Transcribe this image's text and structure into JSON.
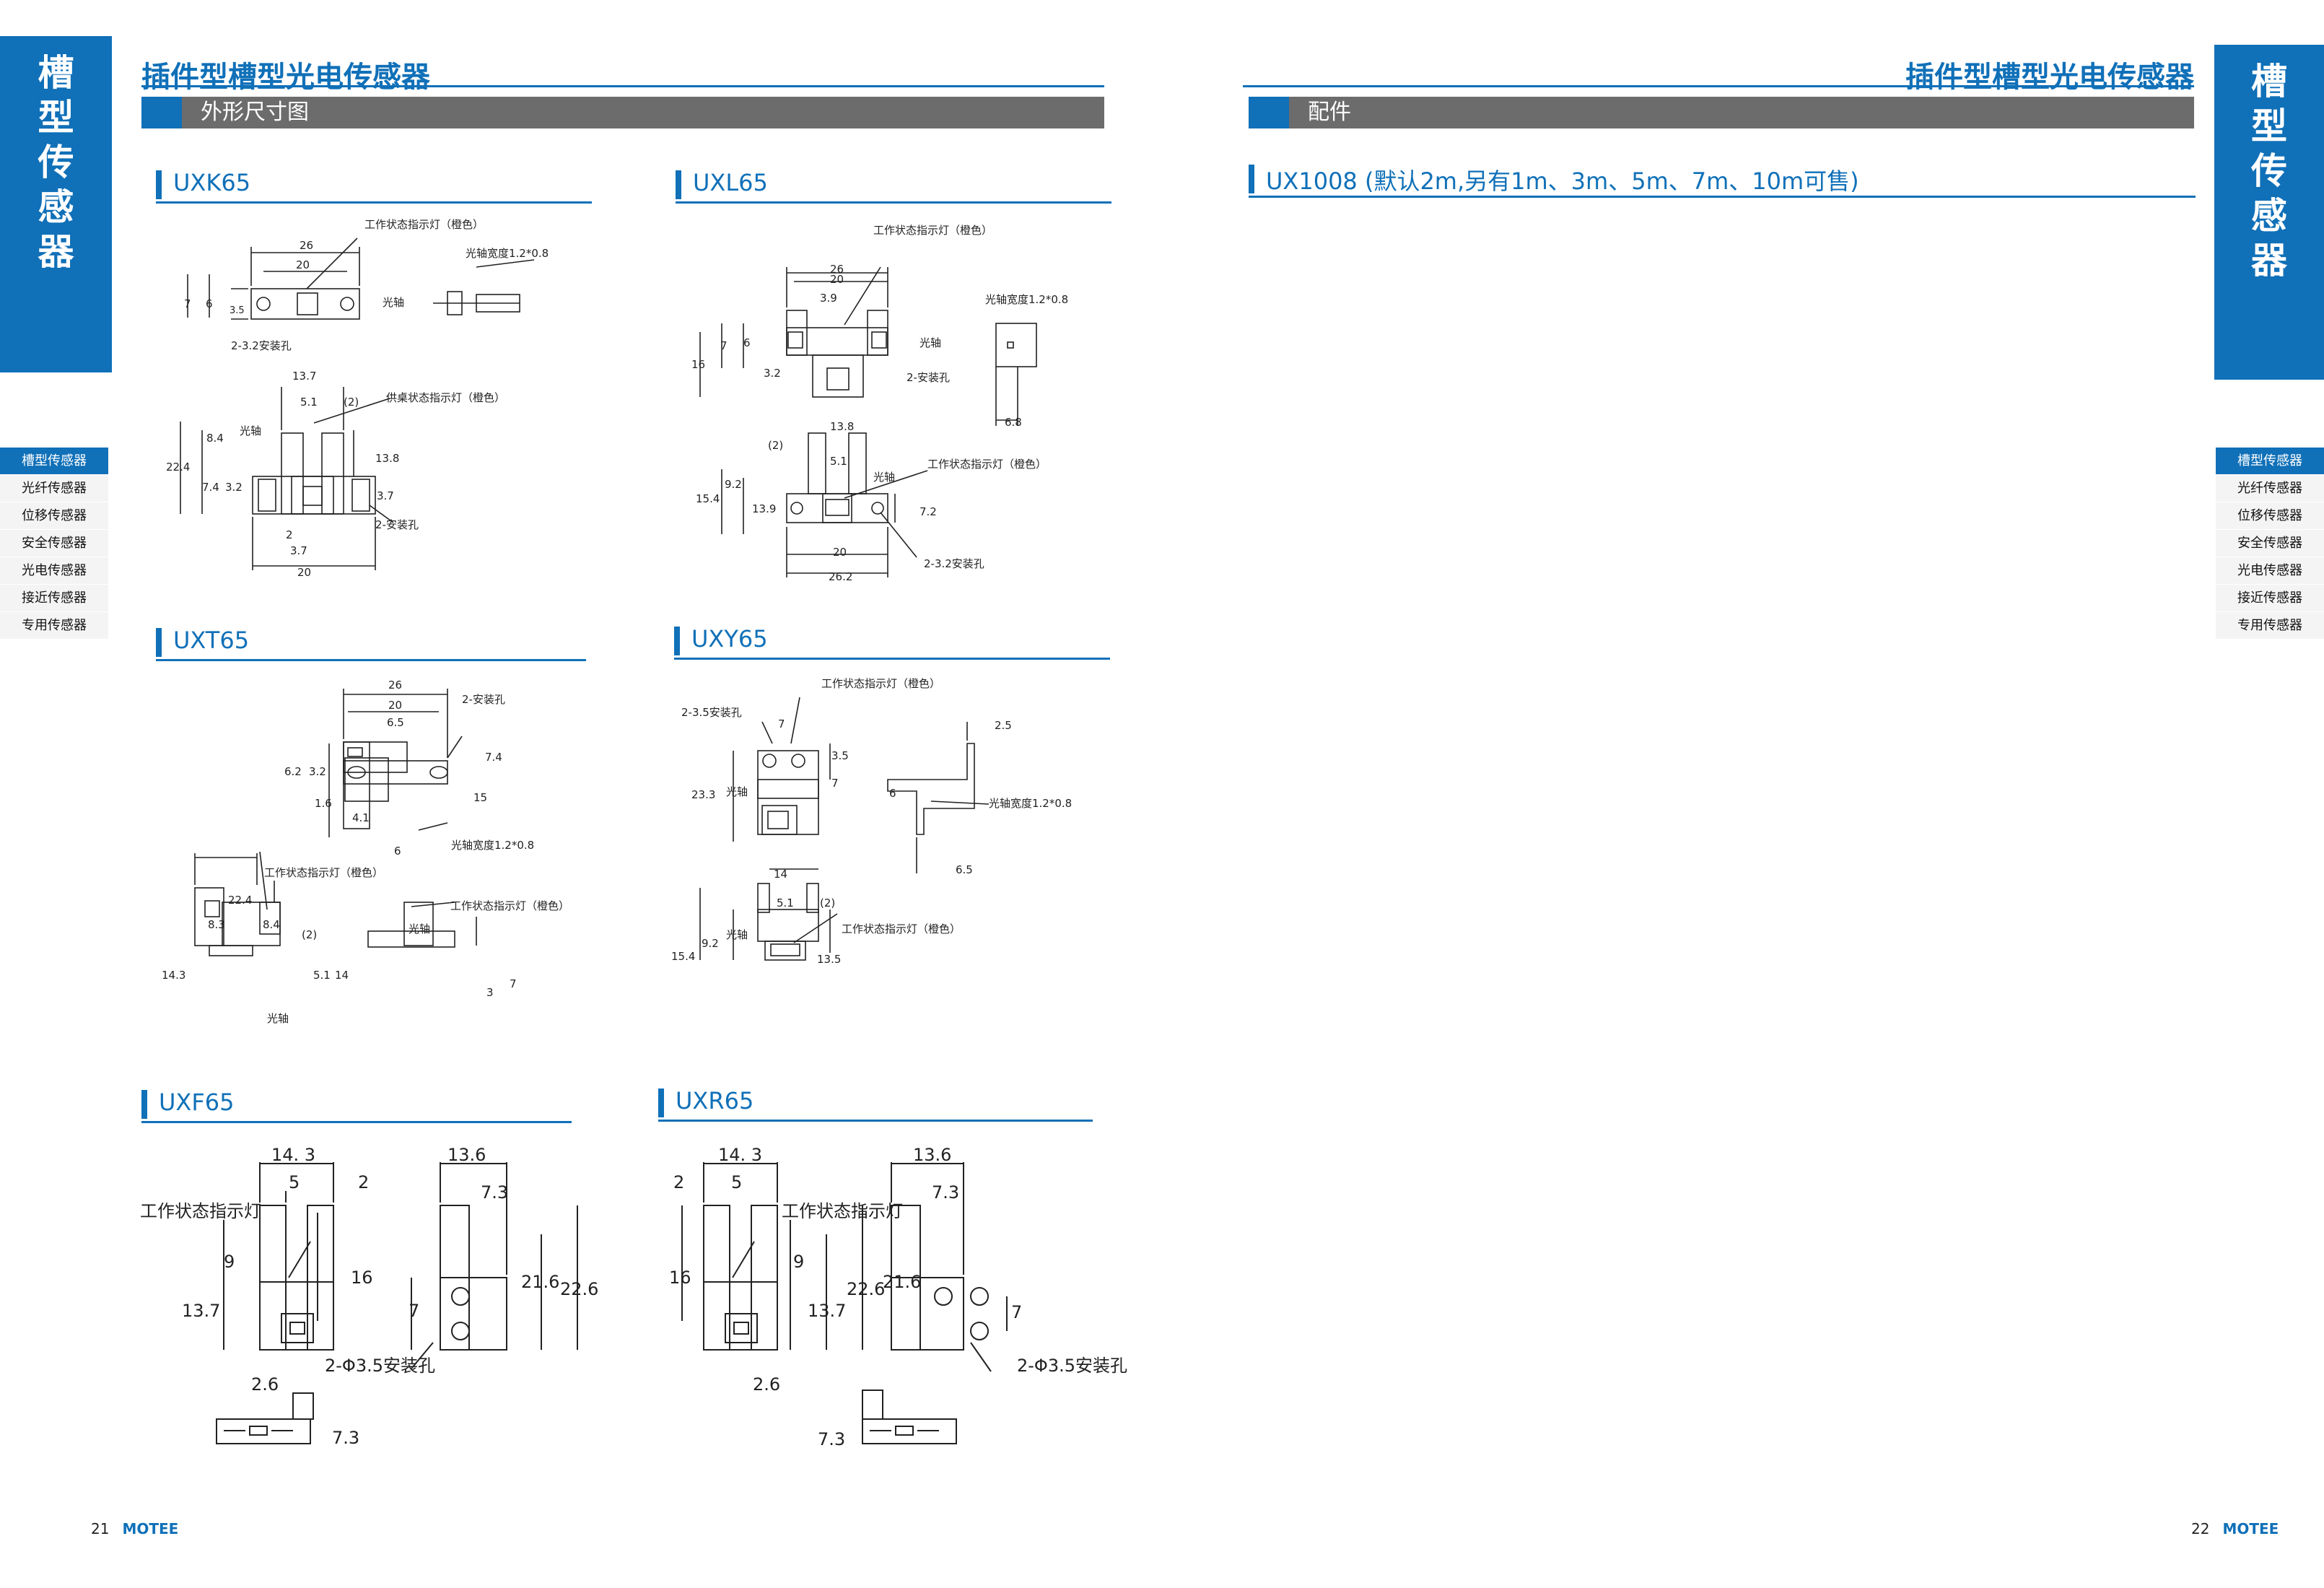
{
  "brand_color": "#1070b8",
  "left_page": {
    "title": "插件型槽型光电传感器",
    "bar_label": "外形尺寸图",
    "side_tab": [
      "槽",
      "型",
      "传",
      "感",
      "器"
    ],
    "page_number": "21",
    "brand": "MOTEE"
  },
  "right_page": {
    "title": "插件型槽型光电传感器",
    "bar_label": "配件",
    "side_tab": [
      "槽",
      "型",
      "传",
      "感",
      "器"
    ],
    "page_number": "22",
    "brand": "MOTEE",
    "accessory": "UX1008  (默认2m,另有1m、3m、5m、7m、10m可售)"
  },
  "nav_items": [
    "槽型传感器",
    "光纤传感器",
    "位移传感器",
    "安全传感器",
    "光电传感器",
    "接近传感器",
    "专用传感器"
  ],
  "sections": {
    "uxk65": {
      "title": "UXK65",
      "labels": {
        "indicator": "工作状态指示灯（橙色）",
        "beam_width": "光轴宽度1.2*0.8",
        "axis": "光轴",
        "holes": "2-3.2安装孔",
        "indicator2": "供桌状态指示灯（橙色）",
        "axis2": "光轴",
        "holes2": "2-安装孔"
      },
      "dims": [
        "26",
        "20",
        "7",
        "6",
        "3.5",
        "13.7",
        "5.1",
        "(2)",
        "8.4",
        "22.4",
        "13.8",
        "7.4",
        "3.2",
        "3.7",
        "2",
        "3.7",
        "20"
      ]
    },
    "uxl65": {
      "title": "UXL65",
      "labels": {
        "indicator": "工作状态指示灯（橙色）",
        "beam_width": "光轴宽度1.2*0.8",
        "axis": "光轴",
        "holes": "2-安装孔",
        "axis2": "光轴",
        "indicator2": "工作状态指示灯（橙色）",
        "holes2": "2-3.2安装孔"
      },
      "dims": [
        "26",
        "20",
        "3.9",
        "16",
        "7",
        "6",
        "3.2",
        "6.8",
        "(2)",
        "13.8",
        "5.1",
        "9.2",
        "15.4",
        "13.9",
        "7.2",
        "20",
        "26.2"
      ]
    },
    "uxt65": {
      "title": "UXT65",
      "labels": {
        "holes": "2-安装孔",
        "beam_width": "光轴宽度1.2*0.8",
        "indicator": "工作状态指示灯（橙色）",
        "indicator2": "工作状态指示灯（橙色）",
        "axis": "光轴",
        "axis2": "光轴"
      },
      "dims": [
        "26",
        "20",
        "6.5",
        "6.2",
        "3.2",
        "7.4",
        "1.6",
        "4.1",
        "15",
        "6",
        "22.4",
        "8.3",
        "8.4",
        "(2)",
        "14.3",
        "5.1",
        "14",
        "7",
        "3"
      ]
    },
    "uxy65": {
      "title": "UXY65",
      "labels": {
        "indicator": "工作状态指示灯（橙色）",
        "holes": "2-3.5安装孔",
        "axis": "光轴",
        "beam_width": "光轴宽度1.2*0.8",
        "axis2": "光轴",
        "indicator2": "工作状态指示灯（橙色）"
      },
      "dims": [
        "7",
        "3.5",
        "23.3",
        "7",
        "2.5",
        "6",
        "6.5",
        "14",
        "5.1",
        "(2)",
        "9.2",
        "15.4",
        "13.5"
      ]
    },
    "uxf65": {
      "title": "UXF65",
      "labels": {
        "indicator": "工作状态指示灯",
        "holes": "2-Φ3.5安装孔"
      },
      "dims": [
        "14. 3",
        "5",
        "2",
        "9",
        "16",
        "13.7",
        "2.6",
        "13.6",
        "7.3",
        "21.6",
        "22.6",
        "7",
        "7.3"
      ]
    },
    "uxr65": {
      "title": "UXR65",
      "labels": {
        "indicator": "工作状态指示灯",
        "holes": "2-Φ3.5安装孔"
      },
      "dims": [
        "14. 3",
        "5",
        "2",
        "16",
        "9",
        "13.7",
        "2.6",
        "13.6",
        "7.3",
        "22.6",
        "21.6",
        "7",
        "7.3"
      ]
    }
  }
}
